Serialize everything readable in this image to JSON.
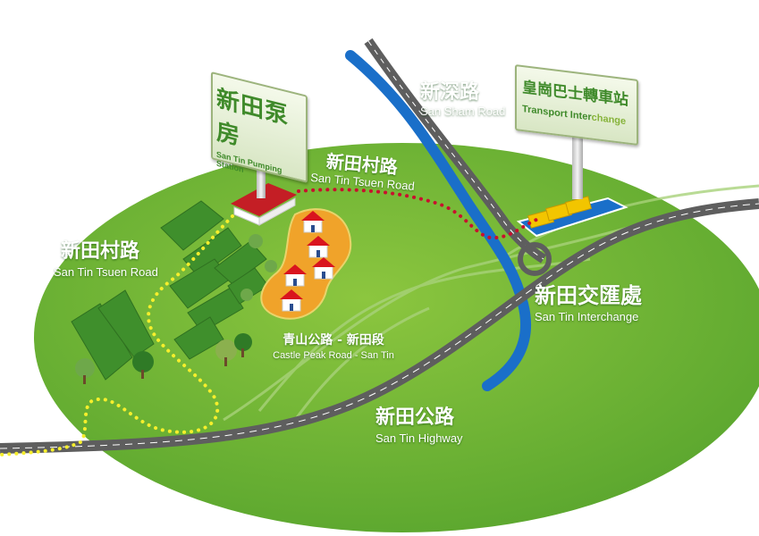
{
  "colors": {
    "grass": "#74b63a",
    "grass_dark": "#4f9a2a",
    "road": "#6b6b6b",
    "river": "#1a6fc9",
    "village": "#f0a32a",
    "path_yellow": "#f6ef2c",
    "path_red": "#c8102e",
    "sign_text": "#3f8a2a"
  },
  "signs": {
    "pumping_station": {
      "zh": "新田泵房",
      "en": "San Tin Pumping Station"
    },
    "transport_interchange": {
      "zh": "皇崗巴士轉車站",
      "en_a": "Transport Inter",
      "en_b": "change"
    }
  },
  "labels": {
    "san_sham_road": {
      "zh": "新深路",
      "en": "San Sham Road"
    },
    "san_tin_tsuen_road_top": {
      "zh": "新田村路",
      "en": "San Tin Tsuen Road"
    },
    "san_tin_tsuen_road_left": {
      "zh": "新田村路",
      "en": "San Tin Tsuen Road"
    },
    "san_tin_interchange": {
      "zh": "新田交匯處",
      "en": "San Tin Interchange"
    },
    "castle_peak_road": {
      "zh": "青山公路 - 新田段",
      "en": "Castle Peak Road - San Tin"
    },
    "san_tin_highway": {
      "zh": "新田公路",
      "en": "San Tin Highway"
    }
  }
}
